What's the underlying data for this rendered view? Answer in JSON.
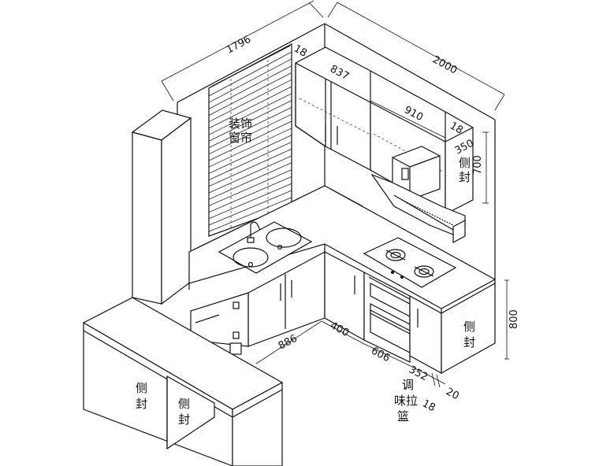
{
  "dimensions": {
    "d1796": "1796",
    "d2000": "2000",
    "d18_top": "18",
    "d837": "837",
    "d910": "910",
    "d18_right": "18",
    "d350": "350",
    "d700": "700",
    "d800": "800",
    "d886": "886",
    "d400": "400",
    "d606": "606",
    "d352": "352",
    "d20": "20",
    "d18_bottom": "18"
  },
  "labels": {
    "window_line1": "装饰",
    "window_line2": "窗帘",
    "side_upper_1": "侧",
    "side_upper_2": "封",
    "side_lower_1": "侧",
    "side_lower_2": "封",
    "side_left_a_1": "侧",
    "side_left_a_2": "封",
    "side_left_b_1": "侧",
    "side_left_b_2": "封",
    "basket_1": "调",
    "basket_2": "味拉",
    "basket_3": "篮"
  }
}
